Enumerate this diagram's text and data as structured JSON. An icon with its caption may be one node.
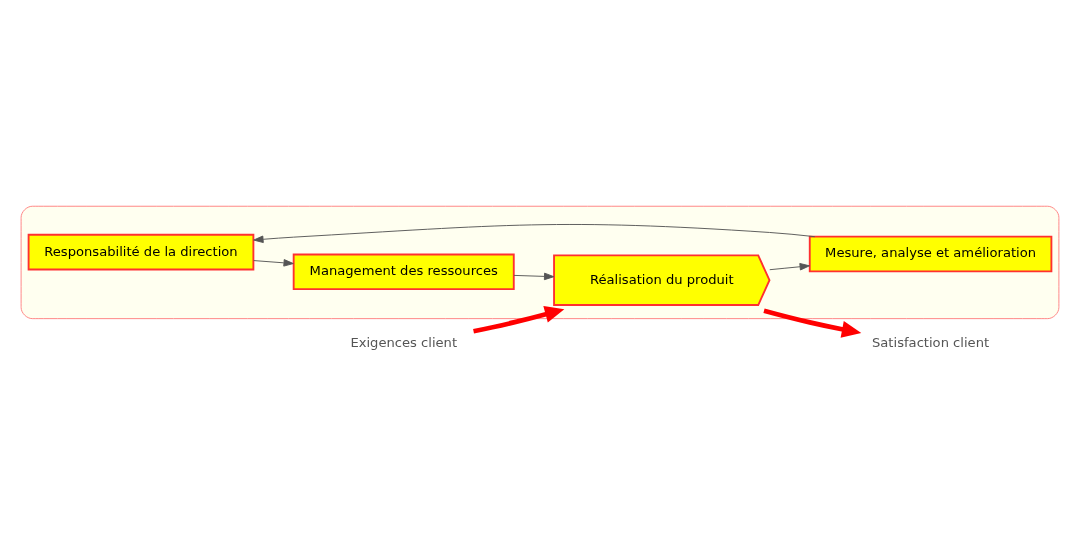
{
  "diagram": {
    "nodes": [
      {
        "text": [],
        "shape": "ellipse"
      },
      {
        "text": [
          "Responsabilité de la direction"
        ],
        "in": 0
      },
      {
        "text": [
          "Management des ressources"
        ],
        "in": 0
      },
      {
        "text": [
          "Mesure, analyse et amélioration"
        ],
        "in": 0
      },
      {
        "text": [
          "Réalisation du produit"
        ],
        "in": 0
      },
      {
        "text": [
          "Exigences client"
        ]
      },
      {
        "text": [
          "Satisfaction client"
        ]
      }
    ],
    "edges": [
      {
        "from": 1,
        "to": 2,
        "arrow": "to"
      },
      {
        "from": 2,
        "to": 4,
        "arrow": "to"
      },
      {
        "from": 4,
        "to": 3,
        "arrow": "to"
      },
      {
        "from": 3,
        "to": 1,
        "arrow": "to"
      },
      {
        "from": 5,
        "to": 4,
        "arrow": "to",
        "style": "thick",
        "color": "#ff0000"
      },
      {
        "from": 4,
        "to": 6,
        "arrow": "to",
        "style": "thick",
        "color": "#ff0000"
      }
    ]
  }
}
